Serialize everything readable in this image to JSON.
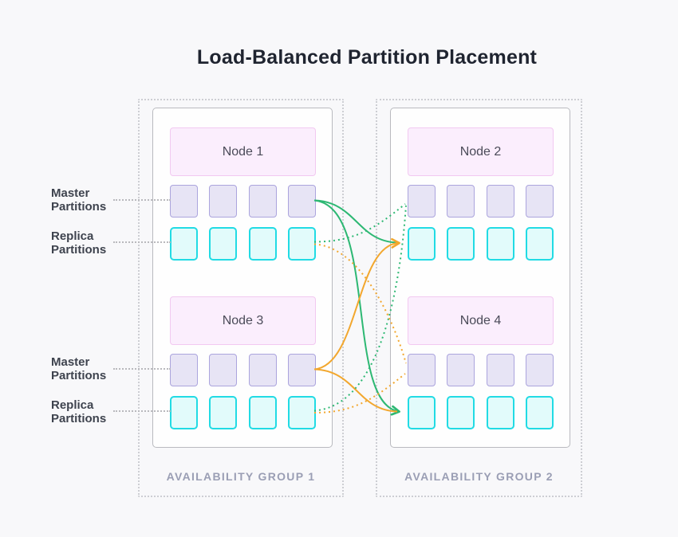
{
  "title": "Load-Balanced Partition Placement",
  "row_labels": {
    "master": {
      "line1": "Master",
      "line2": "Partitions"
    },
    "replica": {
      "line1": "Replica",
      "line2": "Partitions"
    }
  },
  "groups": [
    {
      "label": "AVAILABILITY GROUP 1",
      "nodes": [
        {
          "name": "Node 1"
        },
        {
          "name": "Node 3"
        }
      ]
    },
    {
      "label": "AVAILABILITY GROUP 2",
      "nodes": [
        {
          "name": "Node 2"
        },
        {
          "name": "Node 4"
        }
      ]
    }
  ],
  "partitions_per_row": 4,
  "colors": {
    "master_fill": "#e7e4f5",
    "master_border": "#aba4dd",
    "replica_fill": "#e2fbfb",
    "replica_border": "#21dbe4",
    "node_fill": "#fbeefd",
    "node_border": "#f2c9f1",
    "edge_green": "#2db873",
    "edge_yellow": "#f2a72e",
    "background": "#f8f8fa"
  },
  "edges": [
    {
      "from": "Node 1 master partitions",
      "to": "Node 2 replica partitions",
      "style": "solid",
      "color": "edge_green"
    },
    {
      "from": "Node 1 master partitions",
      "to": "Node 4 replica partitions",
      "style": "solid",
      "color": "edge_green",
      "arrow": true
    },
    {
      "from": "Node 3 master partitions",
      "to": "Node 2 replica partitions",
      "style": "solid",
      "color": "edge_yellow",
      "arrow": true
    },
    {
      "from": "Node 3 master partitions",
      "to": "Node 4 replica partitions",
      "style": "solid",
      "color": "edge_yellow"
    },
    {
      "from": "Node 2 master partitions",
      "to": "Node 1 replica partitions",
      "style": "dotted",
      "color": "edge_green"
    },
    {
      "from": "Node 2 master partitions",
      "to": "Node 3 replica partitions",
      "style": "dotted",
      "color": "edge_green"
    },
    {
      "from": "Node 4 master partitions",
      "to": "Node 1 replica partitions",
      "style": "dotted",
      "color": "edge_yellow"
    },
    {
      "from": "Node 4 master partitions",
      "to": "Node 3 replica partitions",
      "style": "dotted",
      "color": "edge_yellow"
    }
  ]
}
